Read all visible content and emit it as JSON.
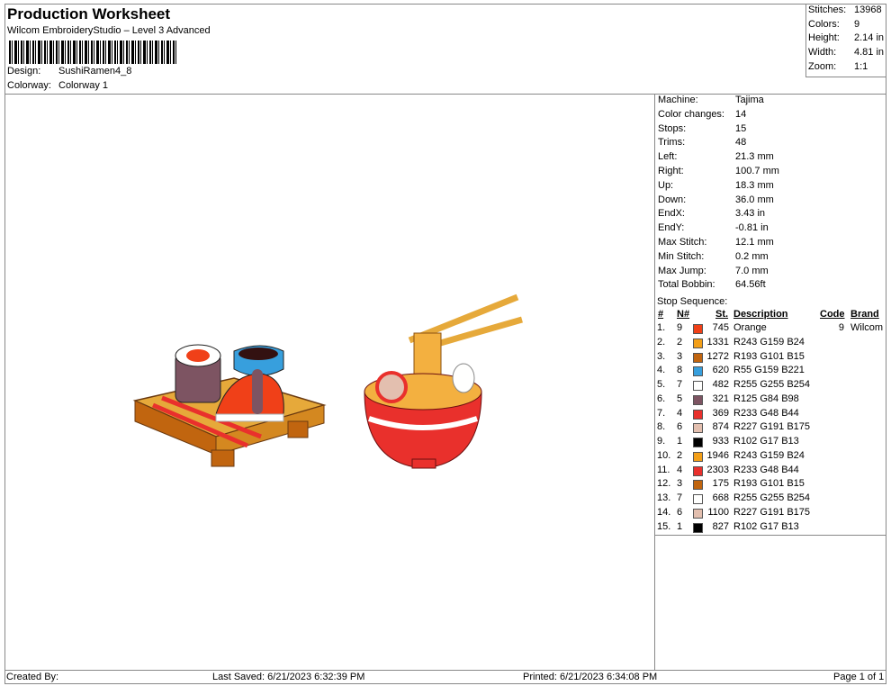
{
  "header": {
    "title": "Production Worksheet",
    "subtitle": "Wilcom EmbroideryStudio – Level 3 Advanced",
    "design_label": "Design:",
    "design_value": "SushiRamen4_8",
    "colorway_label": "Colorway:",
    "colorway_value": "Colorway 1"
  },
  "summary": [
    {
      "label": "Stitches:",
      "value": "13968"
    },
    {
      "label": "Colors:",
      "value": "9"
    },
    {
      "label": "Height:",
      "value": "2.14 in"
    },
    {
      "label": "Width:",
      "value": "4.81 in"
    },
    {
      "label": "Zoom:",
      "value": "1:1"
    }
  ],
  "machine_info": [
    {
      "label": "Machine:",
      "value": "Tajima"
    },
    {
      "label": "Color changes:",
      "value": "14"
    },
    {
      "label": "Stops:",
      "value": "15"
    },
    {
      "label": "Trims:",
      "value": "48"
    },
    {
      "label": "Left:",
      "value": "21.3 mm"
    },
    {
      "label": "Right:",
      "value": "100.7 mm"
    },
    {
      "label": "Up:",
      "value": "18.3 mm"
    },
    {
      "label": "Down:",
      "value": "36.0 mm"
    },
    {
      "label": "EndX:",
      "value": "3.43 in"
    },
    {
      "label": "EndY:",
      "value": "-0.81 in"
    },
    {
      "label": "Max Stitch:",
      "value": "12.1 mm"
    },
    {
      "label": "Min Stitch:",
      "value": "0.2 mm"
    },
    {
      "label": "Max Jump:",
      "value": "7.0 mm"
    },
    {
      "label": "Total Bobbin:",
      "value": "64.56ft"
    }
  ],
  "stop_sequence": {
    "title": "Stop Sequence:",
    "headers": {
      "num": "#",
      "n": "N#",
      "st": "St.",
      "desc": "Description",
      "code": "Code",
      "brand": "Brand"
    },
    "rows": [
      {
        "num": "1.",
        "n": "9",
        "color": "#f04018",
        "st": "745",
        "desc": "Orange",
        "code": "9",
        "brand": "Wilcom"
      },
      {
        "num": "2.",
        "n": "2",
        "color": "#f39f18",
        "st": "1331",
        "desc": "R243 G159 B24",
        "code": "",
        "brand": ""
      },
      {
        "num": "3.",
        "n": "3",
        "color": "#c1650f",
        "st": "1272",
        "desc": "R193 G101 B15",
        "code": "",
        "brand": ""
      },
      {
        "num": "4.",
        "n": "8",
        "color": "#379fdd",
        "st": "620",
        "desc": "R55 G159 B221",
        "code": "",
        "brand": ""
      },
      {
        "num": "5.",
        "n": "7",
        "color": "#fffffe",
        "st": "482",
        "desc": "R255 G255 B254",
        "code": "",
        "brand": ""
      },
      {
        "num": "6.",
        "n": "5",
        "color": "#7d5462",
        "st": "321",
        "desc": "R125 G84 B98",
        "code": "",
        "brand": ""
      },
      {
        "num": "7.",
        "n": "4",
        "color": "#e9302c",
        "st": "369",
        "desc": "R233 G48 B44",
        "code": "",
        "brand": ""
      },
      {
        "num": "8.",
        "n": "6",
        "color": "#e3bfaf",
        "st": "874",
        "desc": "R227 G191 B175",
        "code": "",
        "brand": ""
      },
      {
        "num": "9.",
        "n": "1",
        "color": "#000000",
        "st": "933",
        "desc": "R102 G17 B13",
        "code": "",
        "brand": ""
      },
      {
        "num": "10.",
        "n": "2",
        "color": "#f39f18",
        "st": "1946",
        "desc": "R243 G159 B24",
        "code": "",
        "brand": ""
      },
      {
        "num": "11.",
        "n": "4",
        "color": "#e9302c",
        "st": "2303",
        "desc": "R233 G48 B44",
        "code": "",
        "brand": ""
      },
      {
        "num": "12.",
        "n": "3",
        "color": "#c1650f",
        "st": "175",
        "desc": "R193 G101 B15",
        "code": "",
        "brand": ""
      },
      {
        "num": "13.",
        "n": "7",
        "color": "#fffffe",
        "st": "668",
        "desc": "R255 G255 B254",
        "code": "",
        "brand": ""
      },
      {
        "num": "14.",
        "n": "6",
        "color": "#e3bfaf",
        "st": "1100",
        "desc": "R227 G191 B175",
        "code": "",
        "brand": ""
      },
      {
        "num": "15.",
        "n": "1",
        "color": "#000000",
        "st": "827",
        "desc": "R102 G17 B13",
        "code": "",
        "brand": ""
      }
    ]
  },
  "footer": {
    "created_by": "Created By:",
    "last_saved": "Last Saved: 6/21/2023 6:32:39 PM",
    "printed": "Printed: 6/21/2023 6:34:08 PM",
    "page": "Page 1 of 1"
  }
}
